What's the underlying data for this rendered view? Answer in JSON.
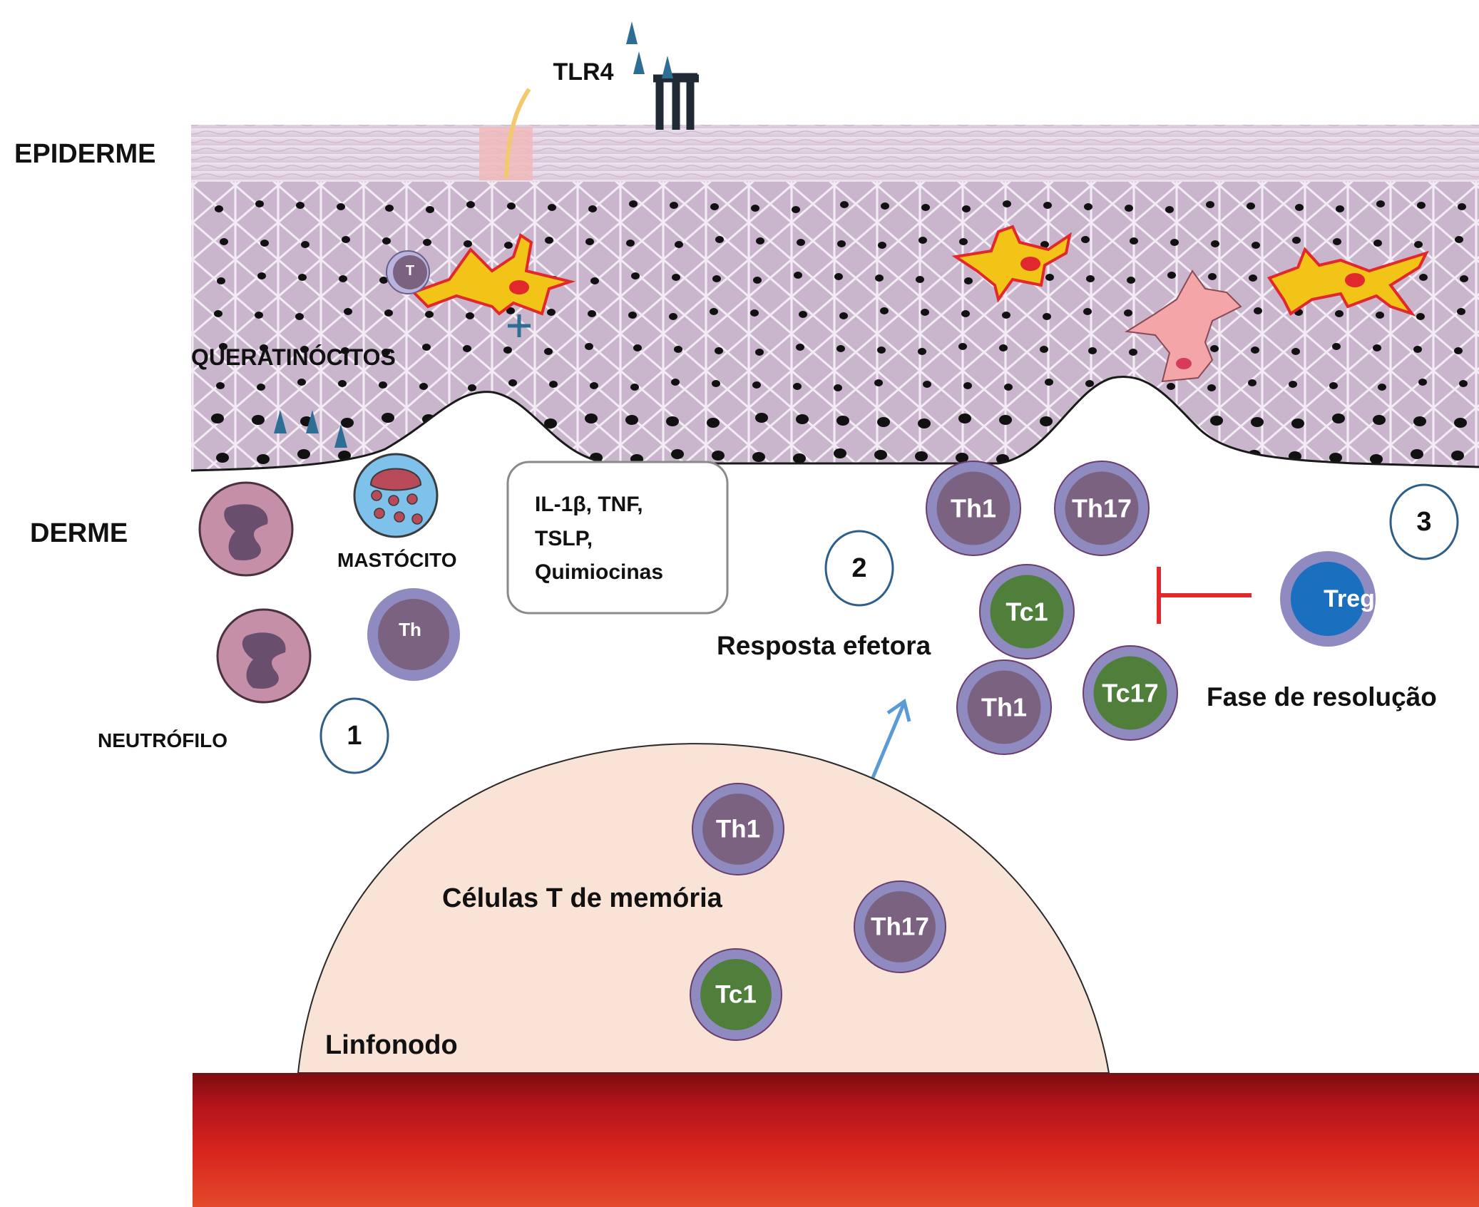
{
  "labels": {
    "tlr4": "TLR4",
    "epiderme": "EPIDERME",
    "derme": "DERME",
    "queratinocitos": "QUERATINÓCITOS",
    "mastocito": "MASTÓCITO",
    "neutrofilo": "NEUTRÓFILO",
    "keratinocyte_t_cell": "T",
    "dermal_th": "Th",
    "resposta_efetora": "Resposta efetora",
    "fase_resolucao": "Fase de resolução",
    "celulas_memoria": "Células T de memória",
    "linfonodo": "Linfonodo"
  },
  "cytokine_box": {
    "line1": "IL-1β, TNF,",
    "line2": "TSLP,",
    "line3": "Quimiocinas"
  },
  "step_numbers": [
    "1",
    "2",
    "3"
  ],
  "effector_cells": [
    "Th1",
    "Th17",
    "Tc1",
    "Th1",
    "Tc17"
  ],
  "treg_label": "Treg",
  "memory_cells": [
    "Th1",
    "Th17",
    "Tc1"
  ],
  "colors": {
    "epidermis": "#c9b6cd",
    "dermis_cell_outer": "#8f8bc0",
    "th_core": "#7a6280",
    "tc_core": "#4f7f3a",
    "treg_core": "#1a6fbf",
    "dendritic": "#f2c418",
    "inhibition": "#e0282d",
    "lymph_node": "#f9e3d6",
    "blood_vessel": "#c8171a",
    "arrow": "#5b9bd5"
  }
}
